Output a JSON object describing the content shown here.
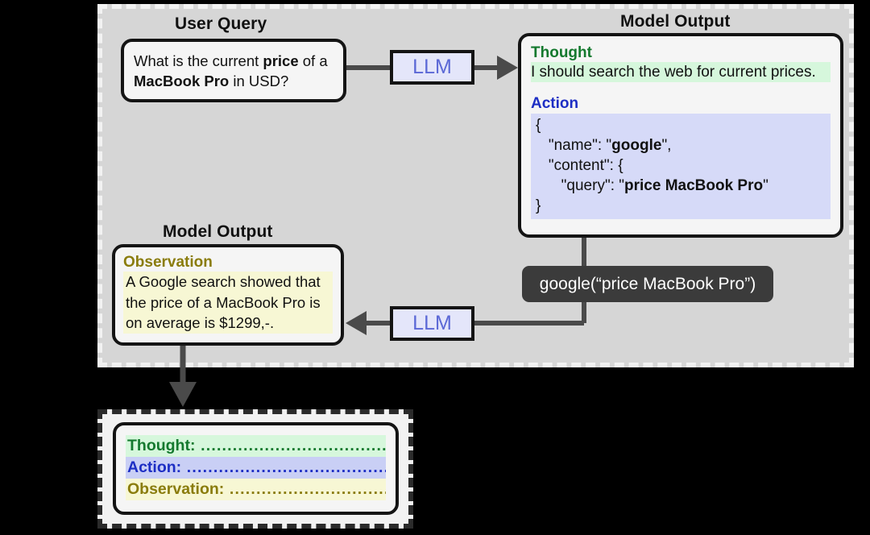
{
  "diagram": {
    "title_user_query": "User Query",
    "title_model_output_1": "Model Output",
    "title_model_output_2": "Model Output"
  },
  "user_query": {
    "line1_pre": "What is the current ",
    "line1_bold": "price",
    "line1_post": " of a",
    "line2_bold": "MacBook Pro",
    "line2_post": " in USD?"
  },
  "llm": {
    "top_label": "LLM",
    "bottom_label": "LLM"
  },
  "model_output": {
    "thought_label": "Thought",
    "thought_text": "I should search the web for current prices.",
    "action_label": "Action",
    "action_json": {
      "open_brace": "{",
      "name_key": "   \"name\": \"",
      "name_value": "google",
      "name_tail": "\",",
      "content_key": "   \"content\": {",
      "query_key": "      \"query\": \"",
      "query_value": "price MacBook Pro",
      "query_tail": "\"",
      "close_brace": "}"
    }
  },
  "observation": {
    "label": "Observation",
    "text": "A Google search showed that the price of a MacBook Pro is on average is $1299,-."
  },
  "tool_call": {
    "label": "google(“price MacBook Pro”)"
  },
  "summary": {
    "lines": [
      {
        "label": "Thought:",
        "dots": " ............................................."
      },
      {
        "label": "Action:",
        "dots": " ................................................"
      },
      {
        "label": "Observation:",
        "dots": " ................................."
      }
    ]
  },
  "colors": {
    "thought": "#14792e",
    "action": "#1d2ec4",
    "observation": "#8a7c0c",
    "thought_bg": "#d6f7dc",
    "action_bg": "#d6daf8",
    "observation_bg": "#f7f7d4",
    "llm_bg": "#e4e6fa",
    "llm_text": "#5b68d6",
    "panel_bg": "#d6d6d6",
    "tool_pill_bg": "#3b3b3b",
    "wire": "#4a4a4a"
  }
}
